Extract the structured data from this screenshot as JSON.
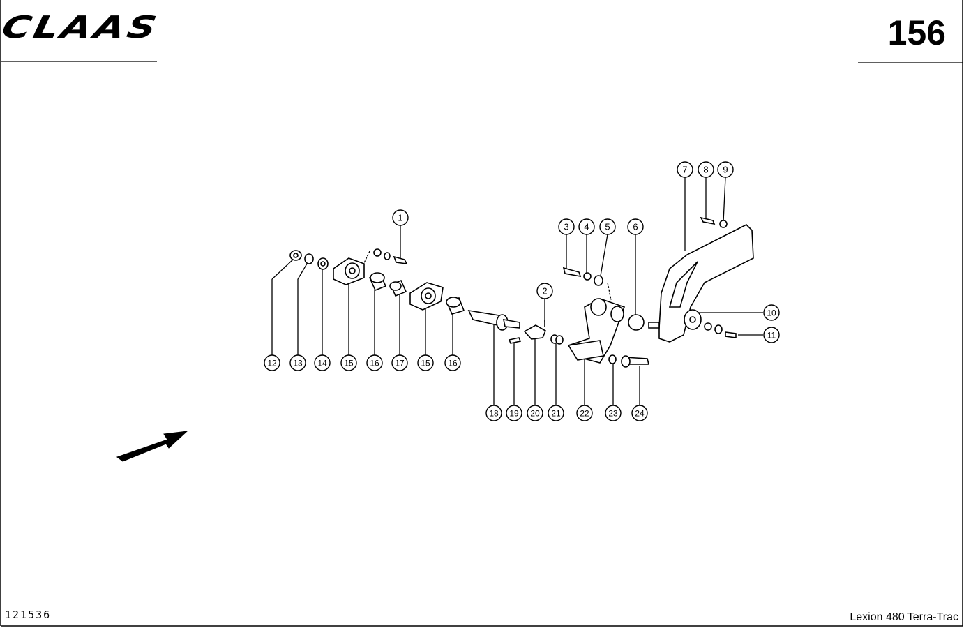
{
  "header": {
    "brand": "CLAAS",
    "page_number": "156"
  },
  "footer": {
    "document_number": "121536",
    "model": "Lexion 480 Terra-Trac"
  },
  "diagram": {
    "callouts": [
      "1",
      "2",
      "3",
      "4",
      "5",
      "6",
      "7",
      "8",
      "9",
      "10",
      "11",
      "12",
      "13",
      "14",
      "15",
      "16",
      "17",
      "15",
      "16",
      "18",
      "19",
      "20",
      "21",
      "22",
      "23",
      "24"
    ]
  }
}
